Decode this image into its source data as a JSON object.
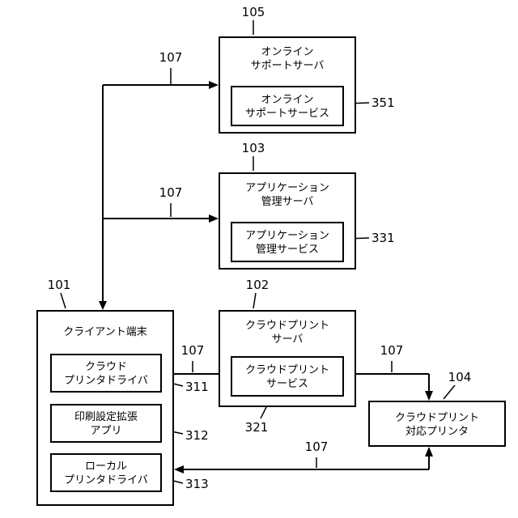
{
  "labels": {
    "ref_101": "101",
    "ref_102": "102",
    "ref_103": "103",
    "ref_104": "104",
    "ref_105": "105",
    "ref_107": "107",
    "ref_311": "311",
    "ref_312": "312",
    "ref_313": "313",
    "ref_321": "321",
    "ref_331": "331",
    "ref_351": "351"
  },
  "nodes": {
    "online_support_server": {
      "line1": "オンライン",
      "line2": "サポートサーバ"
    },
    "online_support_service": {
      "line1": "オンライン",
      "line2": "サポートサービス"
    },
    "app_management_server": {
      "line1": "アプリケーション",
      "line2": "管理サーバ"
    },
    "app_management_service": {
      "line1": "アプリケーション",
      "line2": "管理サービス"
    },
    "cloud_print_server": {
      "line1": "クラウドプリント",
      "line2": "サーバ"
    },
    "cloud_print_service": {
      "line1": "クラウドプリント",
      "line2": "サービス"
    },
    "client_terminal": {
      "title": "クライアント端末"
    },
    "cloud_printer_driver": {
      "line1": "クラウド",
      "line2": "プリンタドライバ"
    },
    "print_setting_ext_app": {
      "line1": "印刷設定拡張",
      "line2": "アプリ"
    },
    "local_printer_driver": {
      "line1": "ローカル",
      "line2": "プリンタドライバ"
    },
    "cloud_print_printer": {
      "line1": "クラウドプリント",
      "line2": "対応プリンタ"
    }
  },
  "colors": {
    "line": "#000000",
    "background": "#ffffff"
  }
}
